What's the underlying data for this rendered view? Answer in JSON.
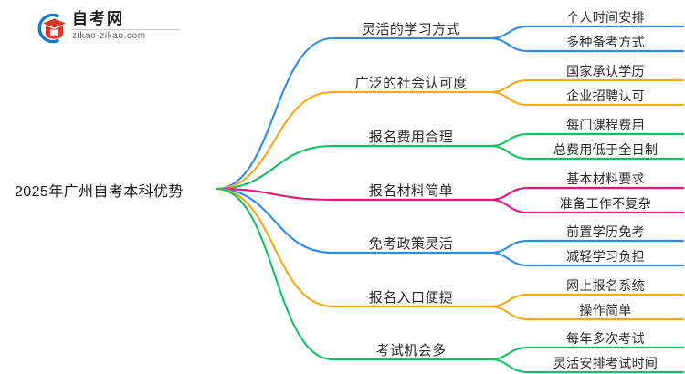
{
  "logo": {
    "name": "自考网",
    "url": "zikao-zikao.com",
    "mark_arc_color": "#1878c8",
    "mark_cap_color": "#e0352b"
  },
  "mindmap": {
    "root": {
      "label": "2025年广州自考本科优势"
    },
    "colors": {
      "blue": "#2E8BE8",
      "orange": "#F5A81C",
      "green": "#11C065",
      "pink": "#EE1277"
    },
    "branches": [
      {
        "label": "灵活的学习方式",
        "color": "#2E8BE8",
        "children": [
          {
            "label": "个人时间安排"
          },
          {
            "label": "多种备考方式"
          }
        ]
      },
      {
        "label": "广泛的社会认可度",
        "color": "#F5A81C",
        "children": [
          {
            "label": "国家承认学历"
          },
          {
            "label": "企业招聘认可"
          }
        ]
      },
      {
        "label": "报名费用合理",
        "color": "#11C065",
        "children": [
          {
            "label": "每门课程费用"
          },
          {
            "label": "总费用低于全日制"
          }
        ]
      },
      {
        "label": "报名材料简单",
        "color": "#EE1277",
        "children": [
          {
            "label": "基本材料要求"
          },
          {
            "label": "准备工作不复杂"
          }
        ]
      },
      {
        "label": "免考政策灵活",
        "color": "#2E8BE8",
        "children": [
          {
            "label": "前置学历免考"
          },
          {
            "label": "减轻学习负担"
          }
        ]
      },
      {
        "label": "报名入口便捷",
        "color": "#F5A81C",
        "children": [
          {
            "label": "网上报名系统"
          },
          {
            "label": "操作简单"
          }
        ]
      },
      {
        "label": "考试机会多",
        "color": "#11C065",
        "children": [
          {
            "label": "每年多次考试"
          },
          {
            "label": "灵活安排考试时间"
          }
        ]
      }
    ]
  }
}
